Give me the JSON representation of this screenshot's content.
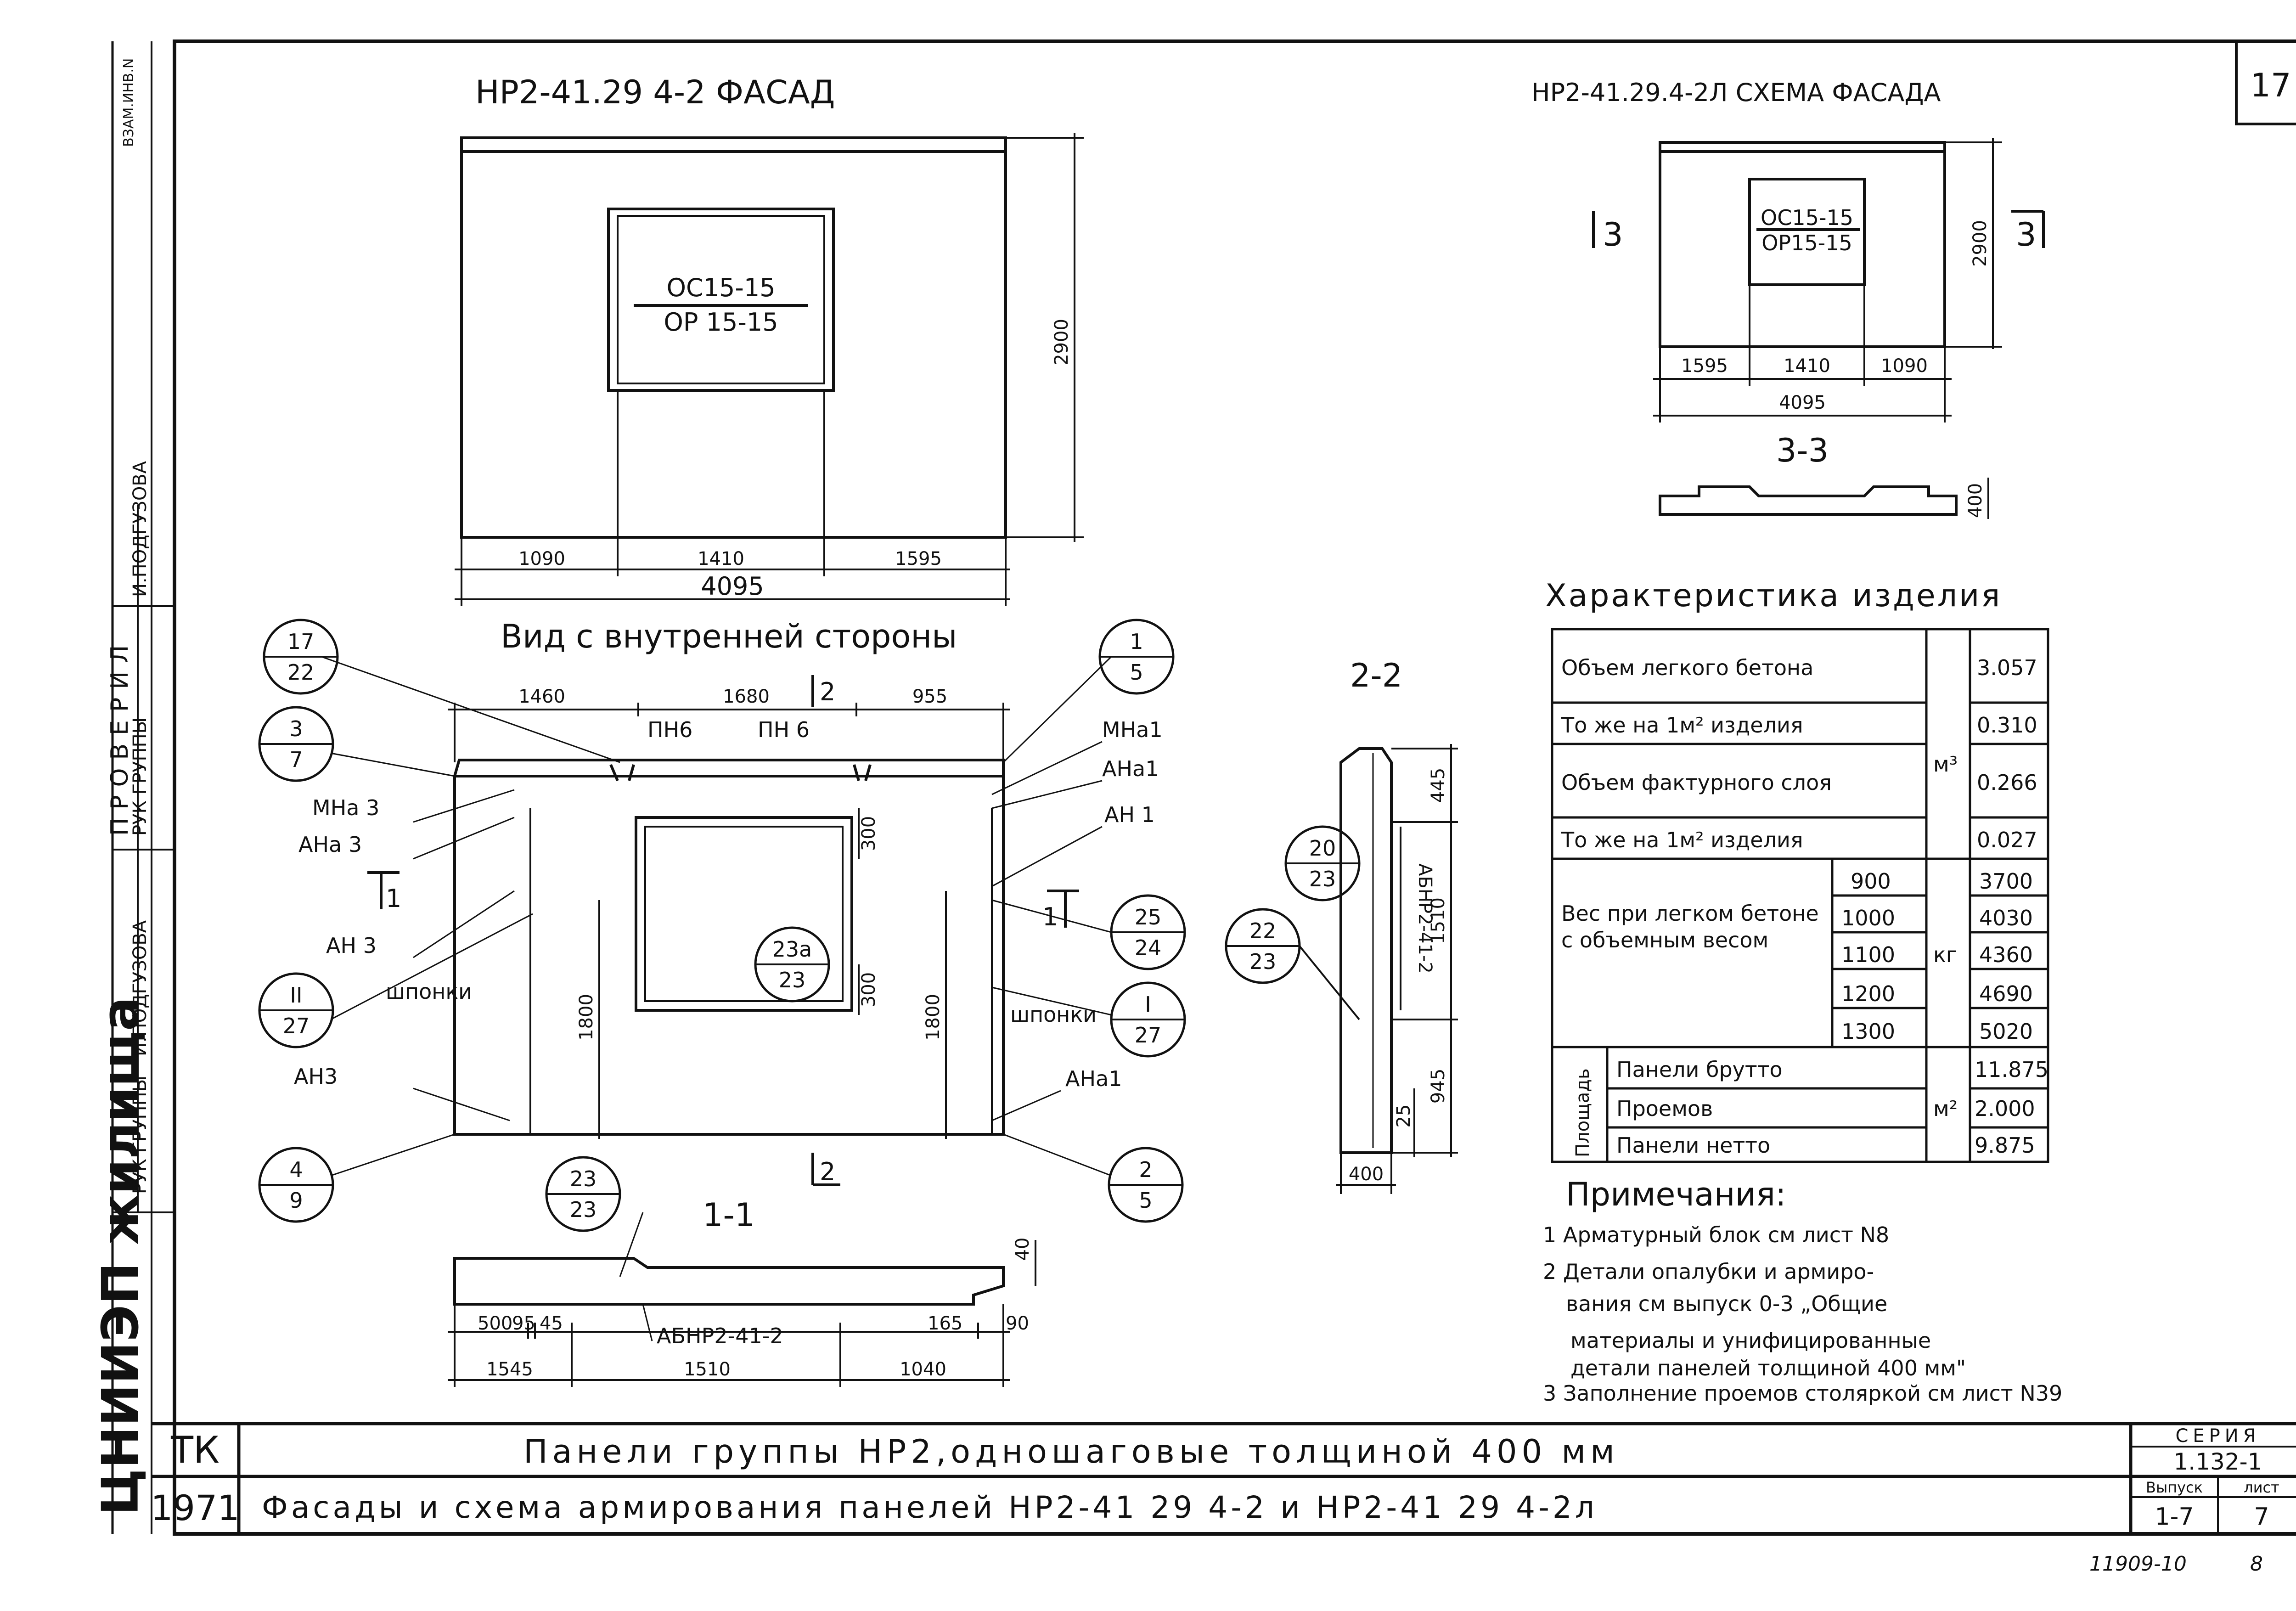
{
  "sheet_number": "17",
  "left_stamp": {
    "org": "ЦНИИЭП жилища",
    "roles": [
      "РУК ГРУППЫ",
      "И.ПОДГУЗОВА",
      "ПРОВЕРИЛ",
      "РУК ГРУППЫ",
      "И.ПОДГУЗОВА"
    ],
    "top_label": "ВЗАМ.ИНВ.N"
  },
  "facade": {
    "title": "НР2-41.29 4-2 ФАСАД",
    "window_label_1": "ОС15-15",
    "window_label_2": "ОР 15-15",
    "dim_height": "2900",
    "dims_bottom": [
      "1090",
      "1410",
      "1595"
    ],
    "dim_total": "4095"
  },
  "scheme": {
    "title": "НР2-41.29.4-2Л СХЕМА ФАСАДА",
    "window_label_1": "ОС15-15",
    "window_label_2": "ОР15-15",
    "section_mark_left": "3",
    "section_mark_right": "3",
    "dim_height": "2900",
    "dims_bottom": [
      "1595",
      "1410",
      "1090"
    ],
    "dim_total": "4095",
    "section_title": "3-3",
    "section_dim": "400"
  },
  "inner_view": {
    "title": "Вид с внутренней стороны",
    "dims_top": [
      "1460",
      "1680",
      "955"
    ],
    "dims_vertical": [
      "1800",
      "1800",
      "300",
      "300"
    ],
    "labels": [
      "ПН6",
      "ПН 6",
      "МНа 3",
      "АНа 3",
      "АН 3",
      "шпонки",
      "АН3",
      "МНа1",
      "АНа1",
      "АН 1",
      "шпонки",
      "АНа1"
    ],
    "section_marks": [
      "2",
      "2",
      "1",
      "1"
    ],
    "callouts": [
      {
        "top": "17",
        "bottom": "22"
      },
      {
        "top": "3",
        "bottom": "7"
      },
      {
        "top": "II",
        "bottom": "27"
      },
      {
        "top": "4",
        "bottom": "9"
      },
      {
        "top": "1",
        "bottom": "5"
      },
      {
        "top": "25",
        "bottom": "24"
      },
      {
        "top": "I",
        "bottom": "27"
      },
      {
        "top": "2",
        "bottom": "5"
      },
      {
        "top": "23а",
        "bottom": "23"
      },
      {
        "top": "23",
        "bottom": "23"
      }
    ]
  },
  "section_11": {
    "title": "1-1",
    "label": "АБНР2-41-2",
    "dims_a": [
      "500",
      "95",
      "45",
      "165",
      "90"
    ],
    "dims_b": [
      "1545",
      "1510",
      "1040"
    ],
    "dim_right": "40"
  },
  "section_22": {
    "title": "2-2",
    "label": "АБНР2-41-2",
    "dims": [
      "445",
      "1510",
      "945",
      "25",
      "400"
    ],
    "callouts": [
      {
        "top": "20",
        "bottom": "23"
      },
      {
        "top": "22",
        "bottom": "23"
      }
    ]
  },
  "characteristics": {
    "title": "Характеристика изделия",
    "rows": [
      {
        "label": "Объем легкого бетона",
        "value": "3.057"
      },
      {
        "label": "То же на 1м² изделия",
        "value": "0.310"
      },
      {
        "label": "Объем фактурного слоя",
        "value": "0.266"
      },
      {
        "label": "То же на 1м² изделия",
        "value": "0.027"
      }
    ],
    "unit_volume": "м³",
    "weight_label": "Вес при легком бетоне с объемным весом",
    "weight_rows": [
      {
        "density": "900",
        "value": "3700"
      },
      {
        "density": "1000",
        "value": "4030"
      },
      {
        "density": "1100",
        "value": "4360"
      },
      {
        "density": "1200",
        "value": "4690"
      },
      {
        "density": "1300",
        "value": "5020"
      }
    ],
    "unit_weight": "кг",
    "area_label": "Площадь",
    "area_rows": [
      {
        "label": "Панели брутто",
        "value": "11.875"
      },
      {
        "label": "Проемов",
        "value": "2.000"
      },
      {
        "label": "Панели нетто",
        "value": "9.875"
      }
    ],
    "unit_area": "м²"
  },
  "notes": {
    "title": "Примечания:",
    "items": [
      "1 Арматурный блок см лист N8",
      "2 Детали опалубки и армиро-",
      "вания см выпуск 0-3 „Общие",
      "материалы и унифицированные",
      "детали панелей толщиной 400 мм\"",
      "3 Заполнение проемов столяркой см лист N39"
    ]
  },
  "title_block": {
    "code": "ТК",
    "year": "1971",
    "line1": "Панели группы НР2,одношаговые толщиной 400 мм",
    "line2": "Фасады и схема армирования панелей НР2-41 29 4-2 и НР2-41 29 4-2л",
    "series_label": "СЕРИЯ",
    "series_value": "1.132-1",
    "issue_label": "Выпуск",
    "issue_value": "1-7",
    "sheet_label": "лист",
    "sheet_value": "7"
  },
  "footer_note": "11909-10",
  "footer_page": "8"
}
